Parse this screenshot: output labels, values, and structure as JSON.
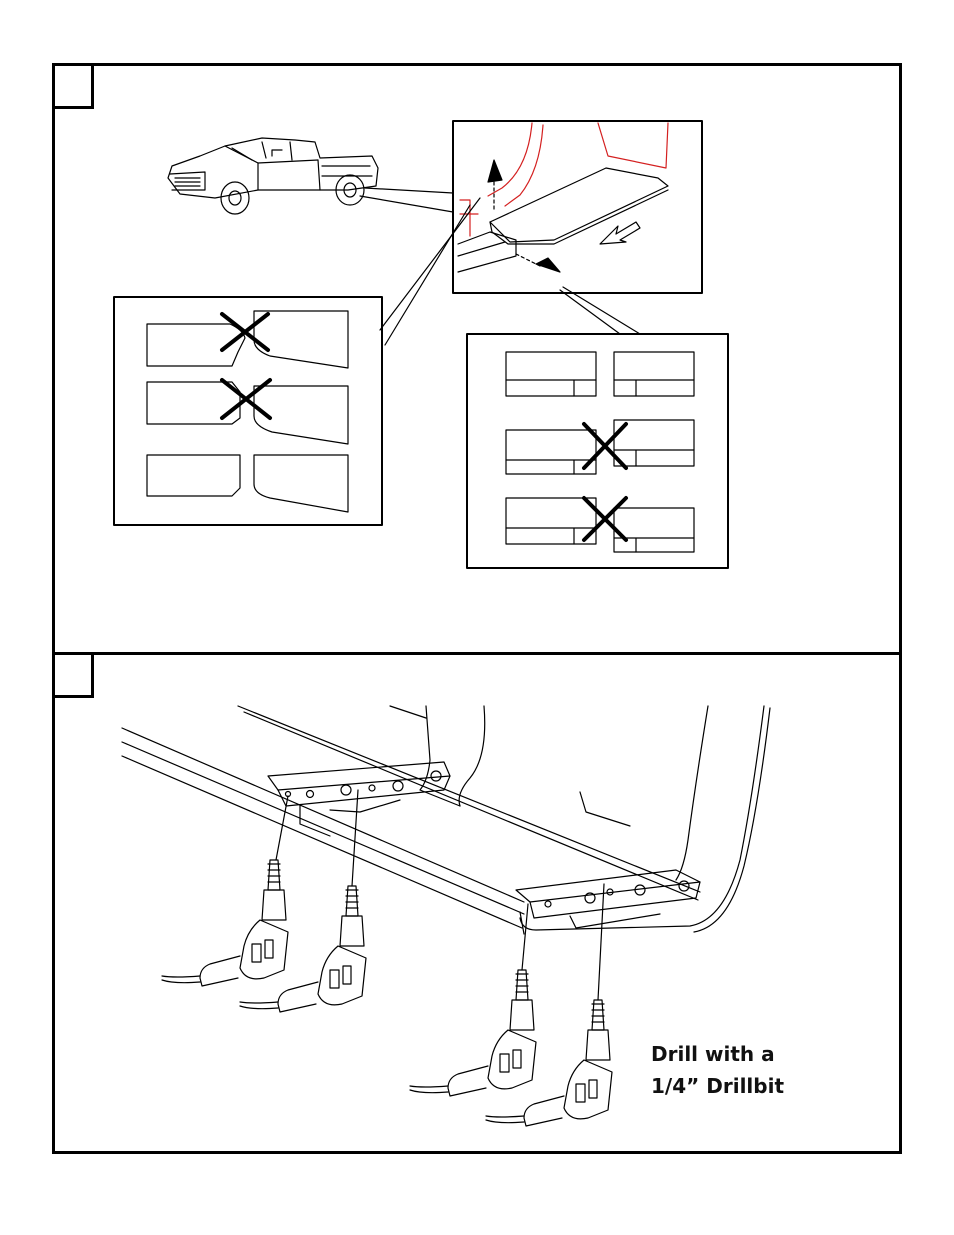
{
  "steps": [
    {
      "number": "",
      "topic": "bracket-alignment-check"
    },
    {
      "number": "",
      "topic": "drilling"
    }
  ],
  "caption": {
    "line1": "Drill with a",
    "line2": "1/4” Drillbit"
  },
  "icons": [
    "pickup-truck-icon",
    "bracket-detail-icon",
    "correct-wrong-alignment-icon",
    "wrong-x-mark-icon",
    "drill-icon",
    "running-board-icon"
  ],
  "colors": {
    "ink": "#000000",
    "accent_red": "#d42020"
  }
}
